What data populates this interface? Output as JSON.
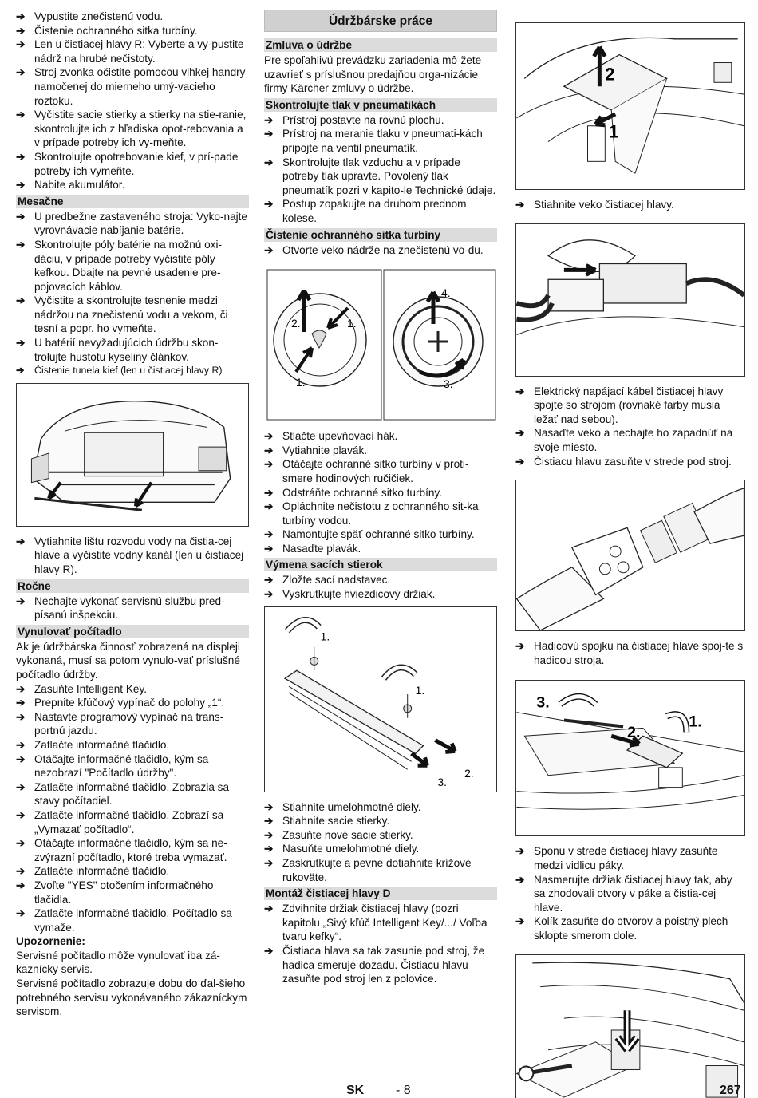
{
  "col1": {
    "items_a": [
      "Vypustite znečistenú vodu.",
      "Čistenie ochranného sitka turbíny.",
      "Len u čistiacej hlavy R: Vyberte a vy-pustite nádrž na hrubé nečistoty.",
      "Stroj zvonka očistite pomocou vlhkej handry namočenej do mierneho umý-vacieho roztoku.",
      "Vyčistite sacie stierky a stierky na stie-ranie, skontrolujte ich z hľadiska opot-rebovania a v prípade potreby ich vy-meňte.",
      "Skontrolujte opotrebovanie kief, v prí-pade potreby ich vymeňte.",
      "Nabite akumulátor."
    ],
    "monthly_heading": "Mesačne",
    "items_monthly": [
      "U predbežne zastaveného stroja: Vyko-najte vyrovnávacie nabíjanie batérie.",
      "Skontrolujte póly batérie na možnú oxi-dáciu, v prípade potreby vyčistite póly kefkou. Dbajte na pevné usadenie pre-pojovacích káblov.",
      "Vyčistite a skontrolujte tesnenie medzi nádržou na znečistenú vodu a vekom, či tesní a popr. ho vymeňte.",
      "U batérií nevyžadujúcich údržbu skon-trolujte hustotu kyseliny článkov."
    ],
    "item_tunnel": "Čistenie tunela kief (len u čistiacej hlavy R)",
    "item_after_fig": "Vytiahnite lištu rozvodu vody na čistia-cej hlave a vyčistite vodný kanál (len u čistiacej hlavy R).",
    "yearly_heading": "Ročne",
    "item_yearly": "Nechajte vykonať servisnú službu pred-písanú inšpekciu.",
    "reset_heading": "Vynulovať počítadlo",
    "reset_intro": "Ak je údržbárska činnosť zobrazená na displeji vykonaná, musí sa potom vynulo-vať príslušné počítadlo údržby.",
    "reset_steps": [
      "Zasuňte Intelligent Key.",
      "Prepnite kľúčový vypínač do polohy „1“.",
      "Nastavte programový vypínač na trans-portnú jazdu.",
      "Zatlačte informačné tlačidlo.",
      "Otáčajte informačné tlačidlo, kým sa nezobrazí \"Počítadlo údržby\".",
      "Zatlačte informačné tlačidlo. Zobrazia sa stavy počítadiel.",
      "Zatlačte informačné tlačidlo. Zobrazí sa „Vymazať počítadlo“.",
      "Otáčajte informačné tlačidlo, kým sa ne-zvýrazní počítadlo, ktoré treba vymazať.",
      "Zatlačte informačné tlačidlo.",
      "Zvoľte \"YES\" otočením informačného tlačidla.",
      "Zatlačte informačné tlačidlo. Počítadlo sa vymaže."
    ],
    "notice_heading": "Upozornenie:",
    "notice_p1": "Servisné počítadlo môže vynulovať iba zá-kaznícky servis.",
    "notice_p2": "Servisné počítadlo zobrazuje dobu do ďal-šieho potrebného servisu vykonávaného zákazníckym servisom."
  },
  "col2": {
    "main_heading": "Údržbárske práce",
    "contract_heading": "Zmluva o údržbe",
    "contract_text": "Pre spoľahlivú prevádzku zariadenia mô-žete uzavrieť s príslušnou predajňou orga-nizácie firmy Kärcher zmluvy o údržbe.",
    "tyre_heading": "Skontrolujte tlak v pneumatikách",
    "tyre_steps": [
      "Prístroj postavte na rovnú plochu.",
      "Prístroj na meranie tlaku v pneumati-kách pripojte na ventil pneumatík.",
      "Skontrolujte tlak vzduchu a v prípade potreby tlak upravte. Povolený tlak pneumatík pozri v kapito-le Technické údaje.",
      "Postup zopakujte na druhom prednom kolese."
    ],
    "sieve_heading": "Čistenie ochranného sitka turbíny",
    "sieve_step0": "Otvorte veko nádrže na znečistenú vo-du.",
    "sieve_fig_labels": [
      "2.",
      "1.",
      "1.",
      "4.",
      "3."
    ],
    "sieve_steps": [
      "Stlačte upevňovací hák.",
      "Vytiahnite plavák.",
      "Otáčajte ochranné sitko turbíny v proti-smere hodinových ručičiek.",
      "Odstráňte ochranné sitko turbíny.",
      "Opláchnite nečistotu z ochranného sit-ka turbíny vodou.",
      "Namontujte späť ochranné sitko turbíny.",
      "Nasaďte plavák."
    ],
    "squeegee_heading": "Výmena sacích stierok",
    "squeegee_steps_a": [
      "Zložte sací nadstavec.",
      "Vyskrutkujte hviezdicový držiak."
    ],
    "squeegee_fig_labels": [
      "1.",
      "1.",
      "2.",
      "3."
    ],
    "squeegee_steps_b": [
      "Stiahnite umelohmotné diely.",
      "Stiahnite sacie stierky.",
      "Zasuňte nové sacie stierky.",
      "Nasuňte umelohmotné diely.",
      "Zaskrutkujte a pevne dotiahnite krížové rukoväte."
    ],
    "mount_heading": "Montáž čistiacej hlavy D",
    "mount_steps": [
      "Zdvihnite držiak čistiacej hlavy (pozri kapitolu „Sivý kľúč Intelligent Key/.../ Voľba tvaru kefky“.",
      "Čistiaca hlava sa tak zasunie pod stroj, že hadica smeruje dozadu. Čistiacu hlavu zasuňte pod stroj len z polovice."
    ]
  },
  "col3": {
    "fig1_labels": [
      "2",
      "1"
    ],
    "step1": "Stiahnite veko čistiacej hlavy.",
    "steps2": [
      "Elektrický napájací kábel čistiacej hlavy spojte so strojom (rovnaké farby musia ležať nad sebou).",
      "Nasaďte veko a nechajte ho zapadnúť na svoje miesto.",
      "Čistiacu hlavu zasuňte v strede pod stroj."
    ],
    "step3": "Hadicovú spojku na čistiacej hlave spoj-te s hadicou stroja.",
    "fig4_labels": [
      "3.",
      "2.",
      "1."
    ],
    "steps4": [
      "Sponu v strede čistiacej hlavy zasuňte medzi vidlicu páky.",
      "Nasmerujte držiak čistiacej hlavy tak, aby sa zhodovali otvory v páke a čistia-cej hlave.",
      "Kolík zasuňte do otvorov a poistný plech sklopte smerom dole."
    ]
  },
  "footer": {
    "lang": "SK",
    "section": "- 8",
    "page": "267"
  },
  "arrow_glyph": "➔"
}
